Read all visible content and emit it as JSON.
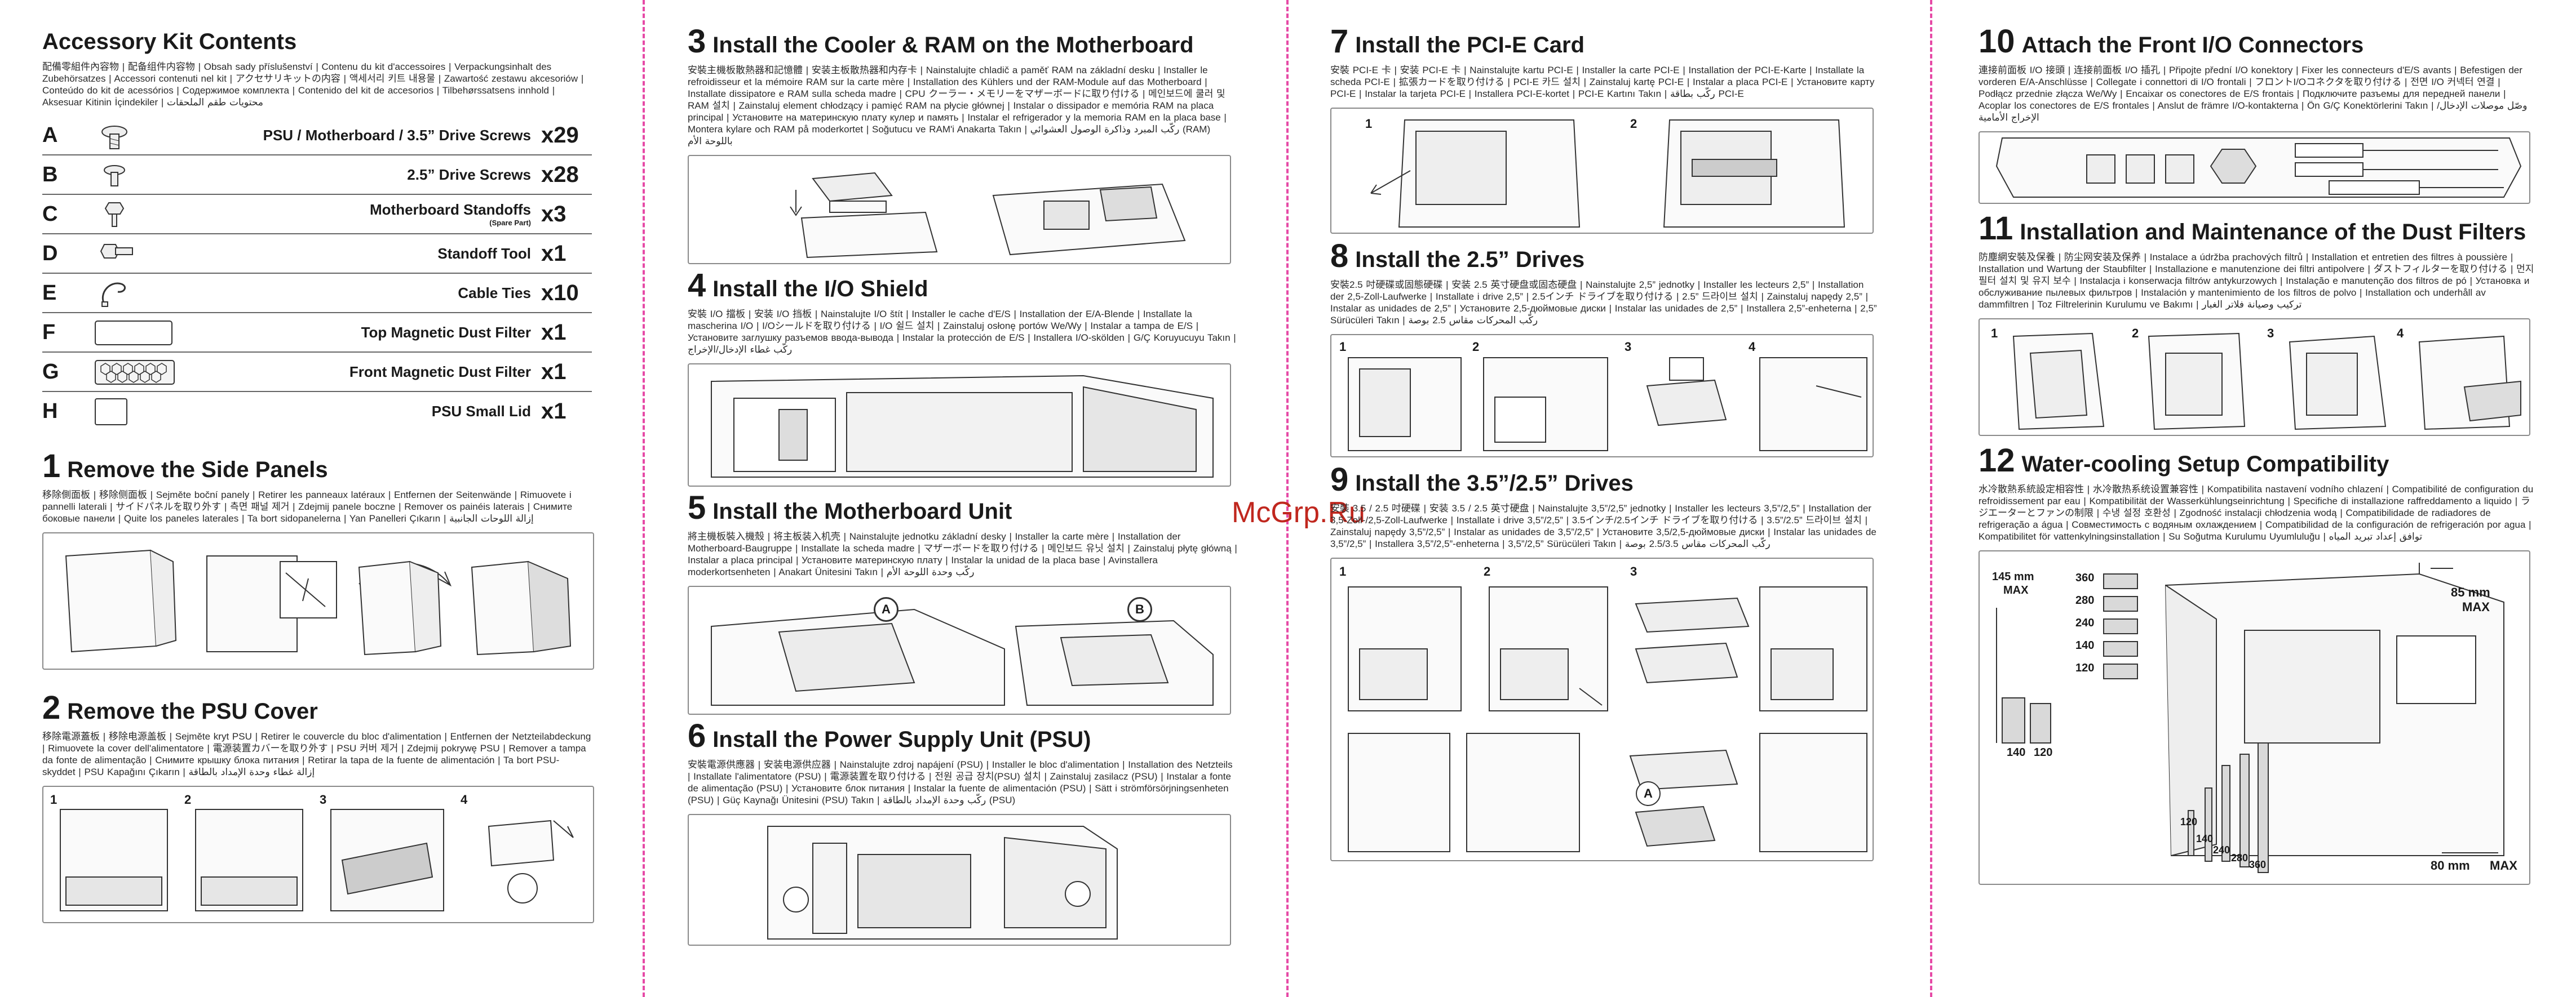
{
  "watermark": "McGrp.Ru",
  "kit": {
    "title": "Accessory Kit Contents",
    "multilang": "配備零組件內容物 | 配备组件内容物 | Obsah sady příslušenství | Contenu du kit d'accessoires | Verpackungsinhalt des Zubehörsatzes | Accessori contenuti nel kit | アクセサリキットの内容 | 액세서리 키트 내용물 | Zawartość zestawu akcesoriów | Conteúdo do kit de acessórios | Содержимое комплекта | Contenido del kit de accesorios | Tilbehørssatsens innhold | Aksesuar Kitinin İçindekiler | محتويات طقم الملحقات",
    "items": [
      {
        "letter": "A",
        "name": "PSU / Motherboard / 3.5” Drive Screws",
        "sub": "",
        "qty": "x29",
        "icon": "screw-icon"
      },
      {
        "letter": "B",
        "name": "2.5” Drive Screws",
        "sub": "",
        "qty": "x28",
        "icon": "screw-icon"
      },
      {
        "letter": "C",
        "name": "Motherboard Standoffs",
        "sub": "(Spare Part)",
        "qty": "x3",
        "icon": "standoff-icon"
      },
      {
        "letter": "D",
        "name": "Standoff Tool",
        "sub": "",
        "qty": "x1",
        "icon": "standoff-tool-icon"
      },
      {
        "letter": "E",
        "name": "Cable Ties",
        "sub": "",
        "qty": "x10",
        "icon": "cable-tie-icon"
      },
      {
        "letter": "F",
        "name": "Top Magnetic Dust Filter",
        "sub": "",
        "qty": "x1",
        "icon": "top-filter-icon"
      },
      {
        "letter": "G",
        "name": "Front Magnetic Dust Filter",
        "sub": "",
        "qty": "x1",
        "icon": "front-filter-icon"
      },
      {
        "letter": "H",
        "name": "PSU Small Lid",
        "sub": "",
        "qty": "x1",
        "icon": "psu-lid-icon"
      }
    ]
  },
  "sections": {
    "s1": {
      "num": "1",
      "title": "Remove the Side Panels",
      "multilang": "移除側面板 | 移除侧面板 | Sejměte boční panely | Retirer les panneaux latéraux | Entfernen der Seitenwände | Rimuovete i pannelli laterali | サイドパネルを取り外す | 측면 패널 제거 | Zdejmij panele boczne | Remover os painéis laterais | Снимите боковые панели | Quite los paneles laterales | Ta bort sidopanelerna | Yan Panelleri Çıkarın | إزالة اللوحات الجانبية"
    },
    "s2": {
      "num": "2",
      "title": "Remove the PSU Cover",
      "multilang": "移除電源蓋板 | 移除电源盖板 | Sejměte kryt PSU | Retirer le couvercle du bloc d'alimentation | Entfernen der Netzteilabdeckung | Rimuovete la cover dell'alimentatore | 電源装置カバーを取り外す | PSU 커버 제거 | Zdejmij pokrywę PSU | Remover a tampa da fonte de alimentação | Снимите крышку блока питания | Retirar la tapa de la fuente de alimentación | Ta bort PSU-skyddet | PSU Kapağını Çıkarın | إزالة غطاء وحدة الإمداد بالطاقة"
    },
    "s3": {
      "num": "3",
      "title": "Install the Cooler & RAM on the Motherboard",
      "multilang": "安裝主機板散熱器和記憶體 | 安装主板散热器和内存卡 | Nainstalujte chladič a paměť RAM na základní desku | Installer le refroidisseur et la mémoire RAM sur la carte mère | Installation des Kühlers und der RAM-Module auf das Motherboard | Installate dissipatore e RAM sulla scheda madre | CPU クーラー・メモリーをマザーボードに取り付ける | 메인보드에 쿨러 및 RAM 설치 | Zainstaluj element chłodzący i pamięć RAM na płycie głównej | Instalar o dissipador e memória RAM na placa principal | Установите на материнскую плату кулер и память | Instalar el refrigerador y la memoria RAM en la placa base | Montera kylare och RAM på moderkortet | Soğutucu ve RAM'i Anakarta Takın | ركّب المبرد وذاكرة الوصول العشوائي (RAM) باللوحة الأم"
    },
    "s4": {
      "num": "4",
      "title": "Install the I/O Shield",
      "multilang": "安裝 I/O 擋板 | 安装 I/O 挡板 | Nainstalujte I/O štít | Installer le cache d'E/S | Installation der E/A-Blende | Installate la mascherina I/O | I/Oシールドを取り付ける | I/O 쉴드 설치 | Zainstaluj osłonę portów We/Wy | Instalar a tampa de E/S | Установите заглушку разъемов ввода-вывода | Instalar la protección de E/S | Installera I/O-skölden | G/Ç Koruyucuyu Takın | ركّب غطاء الإدخال/الإخراج"
    },
    "s5": {
      "num": "5",
      "title": "Install the Motherboard Unit",
      "multilang": "將主機板裝入機殼 | 将主板装入机壳 | Nainstalujte jednotku základní desky | Installer la carte mère | Installation der Motherboard-Baugruppe | Installate la scheda madre | マザーボードを取り付ける | 메인보드 유닛 설치 | Zainstaluj płytę główną | Instalar a placa principal | Установите материнскую плату | Instalar la unidad de la placa base | Avinstallera moderkortsenheten | Anakart Ünitesini Takın | ركّب وحدة اللوحة الأم"
    },
    "s6": {
      "num": "6",
      "title": "Install the Power Supply Unit (PSU)",
      "multilang": "安裝電源供應器 | 安装电源供应器 | Nainstalujte zdroj napájení (PSU) | Installer le bloc d'alimentation | Installation des Netzteils | Installate l'alimentatore (PSU) | 電源装置を取り付ける | 전원 공급 장치(PSU) 설치 | Zainstaluj zasilacz (PSU) | Instalar a fonte de alimentação (PSU) | Установите блок питания | Instalar la fuente de alimentación (PSU) | Sätt i strömförsörjningsenheten (PSU) | Güç Kaynağı Ünitesini (PSU) Takın | ركّب وحدة الإمداد بالطاقة (PSU)"
    },
    "s7": {
      "num": "7",
      "title": "Install the PCI-E Card",
      "multilang": "安裝 PCI-E 卡 | 安装 PCI-E 卡 | Nainstalujte kartu PCI-E | Installer la carte PCI-E | Installation der PCI-E-Karte | Installate la scheda PCI-E | 拡張カードを取り付ける | PCI-E 카드 설치 | Zainstaluj kartę PCI-E | Instalar a placa PCI-E | Установите карту PCI-E | Instalar la tarjeta PCI-E | Installera PCI-E-kortet | PCI-E Kartını Takın | ركّب بطاقة PCI-E"
    },
    "s8": {
      "num": "8",
      "title": "Install the 2.5” Drives",
      "multilang": "安裝2.5 吋硬碟或固態硬碟 | 安装 2.5 英寸硬盘或固态硬盘 | Nainstalujte 2,5” jednotky | Installer les lecteurs 2,5” | Installation der 2,5-Zoll-Laufwerke | Installate i drive 2,5” | 2.5インチ ドライブを取り付ける | 2.5” 드라이브 설치 | Zainstaluj napędy 2,5” | Instalar as unidades de 2,5” | Установите 2,5-дюймовые диски | Instalar las unidades de 2,5” | Installera 2,5”-enheterna | 2,5” Sürücüleri Takın | ركّب المحركات مقاس 2.5 بوصة"
    },
    "s9": {
      "num": "9",
      "title": "Install the 3.5”/2.5” Drives",
      "multilang": "安裝 3.5 / 2.5 吋硬碟 | 安装 3.5 / 2.5 英寸硬盘 | Nainstalujte 3,5”/2,5” jednotky | Installer les lecteurs 3,5”/2,5” | Installation der 3,5-Zoll-/2,5-Zoll-Laufwerke | Installate i drive 3,5”/2,5” | 3.5インチ/2.5インチ ドライブを取り付ける | 3.5”/2.5” 드라이브 설치 | Zainstaluj napędy 3,5”/2,5” | Instalar as unidades de 3,5”/2,5” | Установите 3,5/2,5-дюймовые диски | Instalar las unidades de 3,5”/2,5” | Installera 3,5”/2,5”-enheterna | 3,5”/2,5” Sürücüleri Takın | ركّب المحركات مقاس 2.5/3.5 بوصة"
    },
    "s10": {
      "num": "10",
      "title": "Attach the Front I/O Connectors",
      "multilang": "連接前面板 I/O 接頭 | 连接前面板 I/O 插孔 | Připojte přední I/O konektory | Fixer les connecteurs d'E/S avants | Befestigen der vorderen E/A-Anschlüsse | Collegate i connettori di I/O frontali | フロントI/Oコネクタを取り付ける | 전면 I/O 커넥터 연결 | Podłącz przednie złącza We/Wy | Encaixar os conectores de E/S frontais | Подключите разъемы для передней панели | Acoplar los conectores de E/S frontales | Anslut de främre I/O-kontakterna | Ön G/Ç Konektörlerini Takın | وصّل موصلات الإدخال/الإخراج الأمامية"
    },
    "s11": {
      "num": "11",
      "title": "Installation and Maintenance of the Dust Filters",
      "multilang": "防塵網安裝及保養 | 防尘网安装及保养 | Instalace a údržba prachových filtrů | Installation et entretien des filtres à poussière | Installation und Wartung der Staubfilter | Installazione e manutenzione dei filtri antipolvere | ダストフィルターを取り付ける | 먼지 필터 설치 및 유지 보수 | Instalacja i konserwacja filtrów antykurzowych | Instalação e manutenção dos filtros de pó | Установка и обслуживание пылевых фильтров | Instalación y mantenimiento de los filtros de polvo | Installation och underhåll av dammfiltren | Toz Filtrelerinin Kurulumu ve Bakımı | تركيب وصيانة فلاتر الغبار"
    },
    "s12": {
      "num": "12",
      "title": "Water-cooling Setup Compatibility",
      "multilang": "水冷散熱系統設定相容性 | 水冷散热系统设置兼容性 | Kompatibilita nastavení vodního chlazení | Compatibilité de configuration du refroidissement par eau | Kompatibilität der Wasserkühlungseinrichtung | Specifiche di installazione raffreddamento a liquido | ラジエーターとファンの制限 | 수냉 설정 호환성 | Zgodność instalacji chłodzenia wodą | Compatibilidade de radiadores de refrigeração a água | Совместимость с водяным охлаждением | Compatibilidad de la configuración de refrigeración por agua | Kompatibilitet för vattenkylningsinstallation | Su Soğutma Kurulumu Uyumluluğu | توافق إعداد تبريد المياه"
    }
  },
  "steps": [
    "1",
    "2",
    "3",
    "4"
  ],
  "callouts": {
    "a": "A",
    "b": "B"
  },
  "water": {
    "front_sizes": [
      "360",
      "280",
      "240",
      "140",
      "120"
    ],
    "front_max": "145 mm",
    "max_label": "MAX",
    "front_thickness": [
      "140",
      "120"
    ],
    "top_max": "85 mm",
    "bottom_max": "80 mm",
    "bottom_sizes": [
      "120",
      "140",
      "240",
      "280",
      "360"
    ]
  },
  "colors": {
    "fold": "#e64aa6",
    "watermark": "#c0271e",
    "line": "#333333"
  }
}
